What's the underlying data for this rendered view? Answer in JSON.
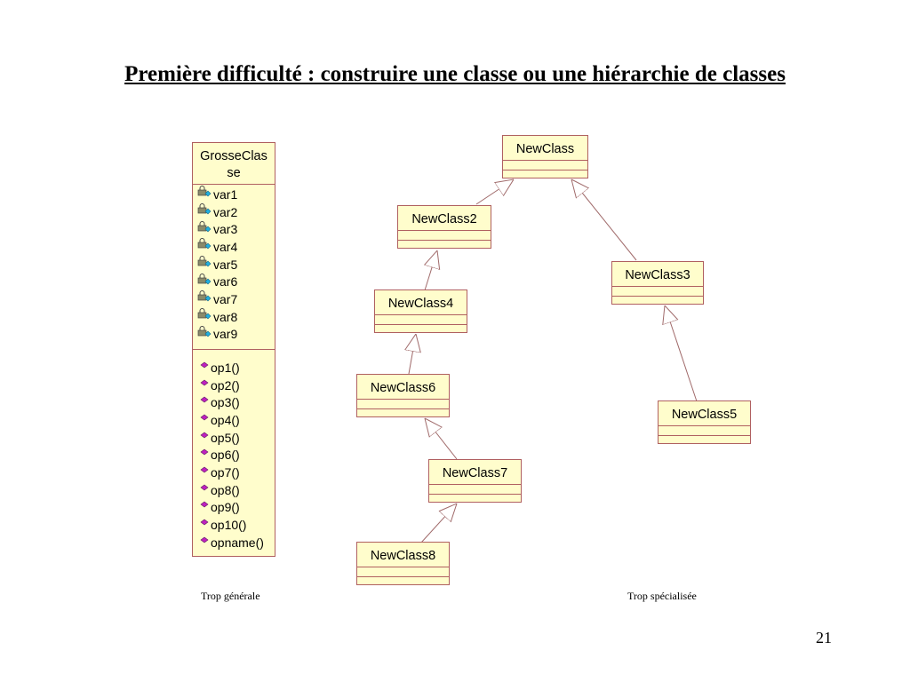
{
  "title": "Première difficulté : construire une classe ou une hiérarchie de classes",
  "big_class": {
    "name": "GrosseClasse",
    "name_line1": "GrosseClas",
    "name_line2": "se",
    "attributes": [
      "var1",
      "var2",
      "var3",
      "var4",
      "var5",
      "var6",
      "var7",
      "var8",
      "var9"
    ],
    "operations": [
      "op1()",
      "op2()",
      "op3()",
      "op4()",
      "op5()",
      "op6()",
      "op7()",
      "op8()",
      "op9()",
      "op10()",
      "opname()"
    ]
  },
  "classes": {
    "newclass": "NewClass",
    "newclass2": "NewClass2",
    "newclass3": "NewClass3",
    "newclass4": "NewClass4",
    "newclass5": "NewClass5",
    "newclass6": "NewClass6",
    "newclass7": "NewClass7",
    "newclass8": "NewClass8"
  },
  "captions": {
    "left": "Trop générale",
    "right": "Trop spécialisée"
  },
  "page_number": "21",
  "icons": {
    "attribute": "locked-attribute-icon",
    "operation": "operation-icon"
  },
  "colors": {
    "class_fill": "#fffdcc",
    "class_border": "#b06060",
    "link": "#a06a6a",
    "op_icon": "#c020c0",
    "attr_icon": "#20b0e0"
  }
}
